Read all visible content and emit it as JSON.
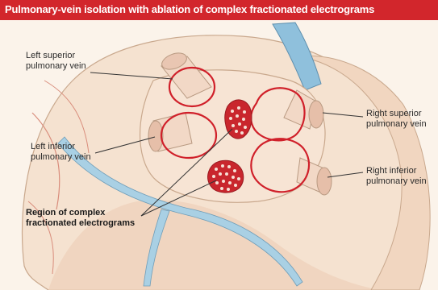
{
  "title": "Pulmonary-vein isolation with ablation of complex fractionated electrograms",
  "labels": {
    "left_superior": [
      "Left superior",
      "pulmonary vein"
    ],
    "left_inferior": [
      "Left inferior",
      "pulmonary vein"
    ],
    "right_superior": [
      "Right superior",
      "pulmonary vein"
    ],
    "right_inferior": [
      "Right inferior",
      "pulmonary vein"
    ],
    "cfae_region": [
      "Region of complex",
      "fractionated electrograms"
    ]
  },
  "colors": {
    "title_bar": "#d2262c",
    "ablation_line": "#d0202a",
    "heart_tissue": "#f3dcc8",
    "vessel_blue": "#9cc8e0",
    "background": "#fbf3ea"
  }
}
